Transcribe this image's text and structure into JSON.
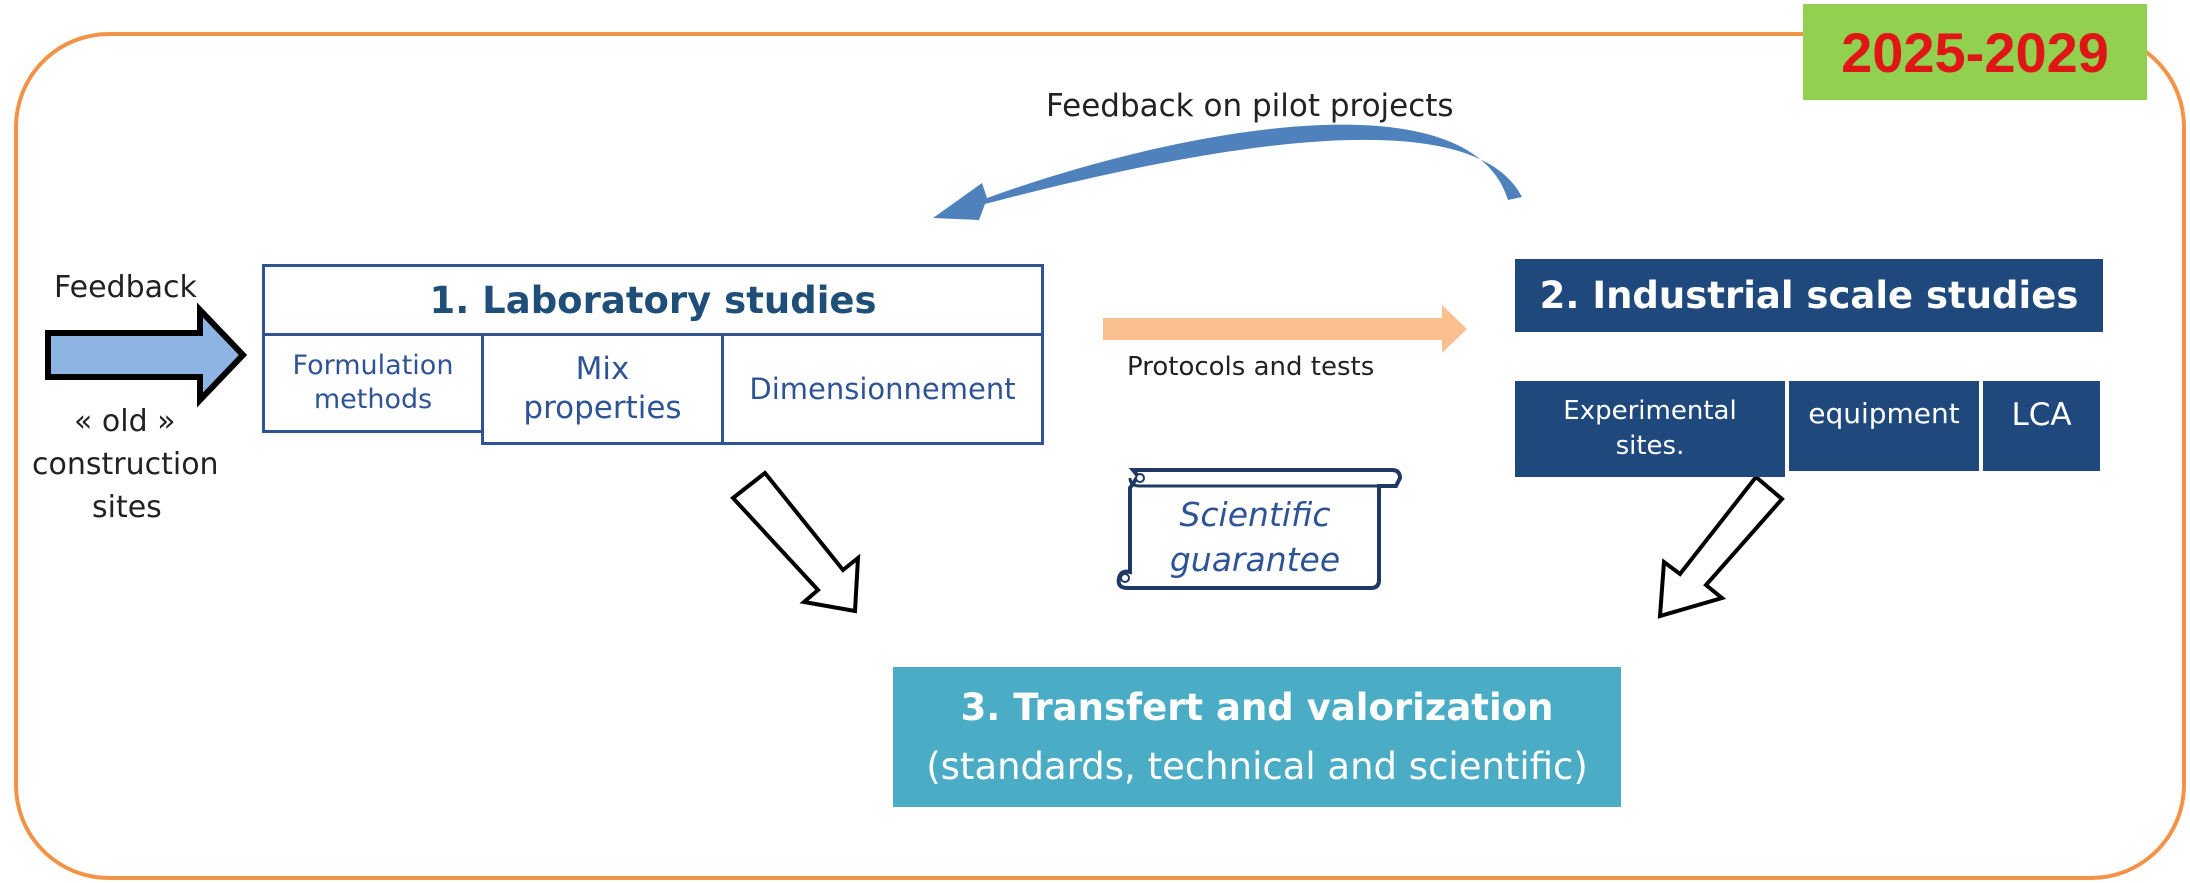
{
  "period": "2025-2029",
  "feedback_pilot": "Feedback on pilot projects",
  "left_input": {
    "feedback": "Feedback",
    "old": "« old »",
    "construction": "construction",
    "sites": "sites"
  },
  "lab": {
    "title": "1. Laboratory studies",
    "formulation_line1": "Formulation",
    "formulation_line2": "methods",
    "mix_line1": "Mix",
    "mix_line2": "properties",
    "dimension": "Dimensionnement"
  },
  "protocols": "Protocols and tests",
  "industrial": {
    "title": "2. Industrial scale studies",
    "experimental_line1": "Experimental",
    "experimental_line2": "sites.",
    "equipment": "equipment",
    "lca": "LCA"
  },
  "scientific": {
    "line1": "Scientific",
    "line2": "guarantee"
  },
  "transfer": {
    "title": "3. Transfert and valorization",
    "subtitle": "(standards, technical and scientific)"
  },
  "colors": {
    "frame": "#F29347",
    "badge_bg": "#92D050",
    "badge_text": "#E01515",
    "lab_border": "#2F5496",
    "industrial_bg": "#1F497D",
    "transfer_bg": "#4BACC6",
    "feedback_arrow": "#4F81BD",
    "protocol_arrow": "#FAC090",
    "input_arrow": "#8EB4E3"
  }
}
